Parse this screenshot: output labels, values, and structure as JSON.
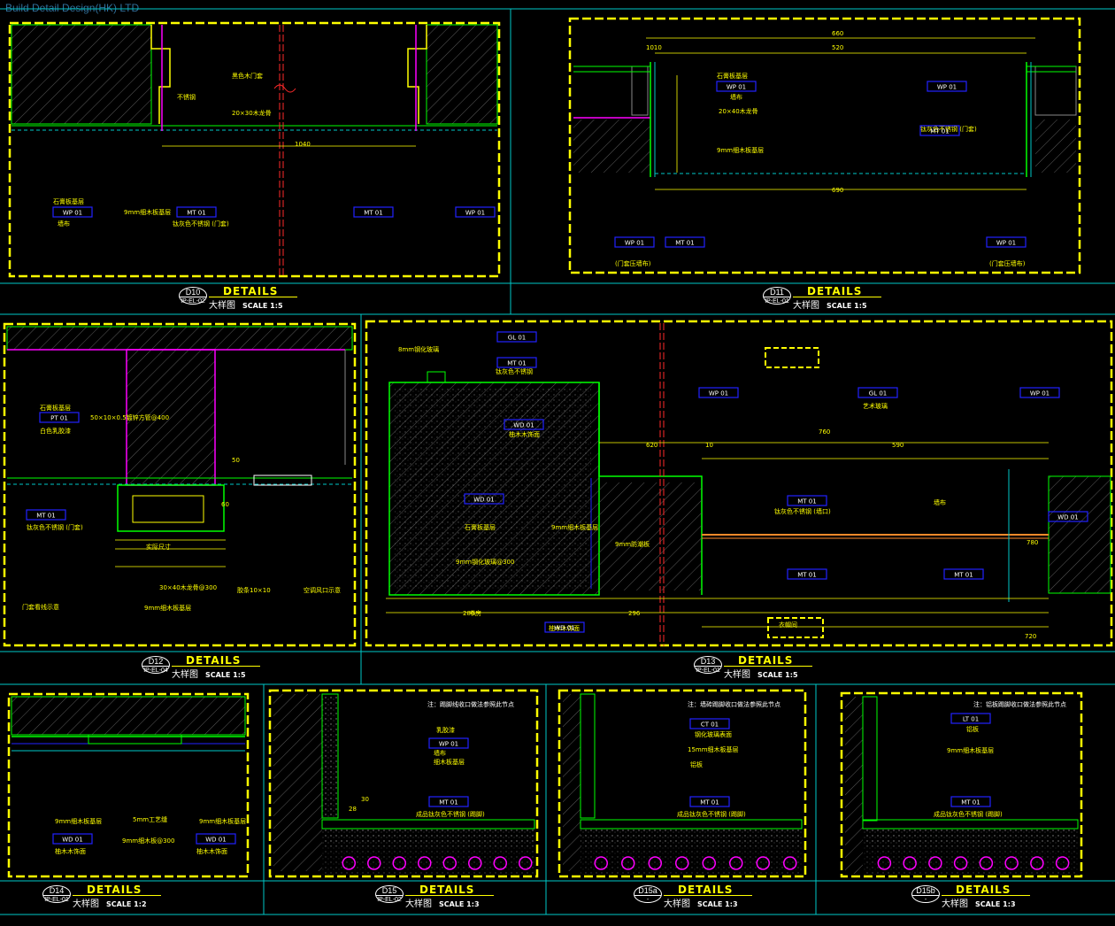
{
  "brand": "Build Detail Design(HK) LTD",
  "colors": {
    "frame": "#ffff00",
    "border": "#00c8c8",
    "wall": "#00ff00",
    "text": "#ffff00",
    "tag": "#2222ff",
    "accent": "#ff00ff",
    "center": "#ff2a2a"
  },
  "panels": [
    {
      "id": "D10",
      "code": "IP-EL-02",
      "title": "DETAILS",
      "name": "大样图",
      "scale": "SCALE 1:5"
    },
    {
      "id": "D11",
      "code": "IP-EL-01",
      "title": "DETAILS",
      "name": "大样图",
      "scale": "SCALE 1:5"
    },
    {
      "id": "D12",
      "code": "IP-EL-04",
      "title": "DETAILS",
      "name": "大样图",
      "scale": "SCALE 1:5"
    },
    {
      "id": "D13",
      "code": "IP-EL-01",
      "title": "DETAILS",
      "name": "大样图",
      "scale": "SCALE 1:5"
    },
    {
      "id": "D14",
      "code": "IP-EL-01",
      "title": "DETAILS",
      "name": "大样图",
      "scale": "SCALE 1:2"
    },
    {
      "id": "D15",
      "code": "IP-EL-02",
      "title": "DETAILS",
      "name": "大样图",
      "scale": "SCALE 1:3"
    },
    {
      "id": "D15a",
      "code": "-",
      "title": "DETAILS",
      "name": "大样图",
      "scale": "SCALE 1:3"
    },
    {
      "id": "D15b",
      "code": "-",
      "title": "DETAILS",
      "name": "大样图",
      "scale": "SCALE 1:3"
    }
  ],
  "labels": {
    "d10": [
      "黑色木门套",
      "不锈钢",
      "20×30木龙骨",
      "1040",
      "石膏板基层",
      "9mm细木板基层",
      "墙布",
      "钛灰色不锈钢 (门套)"
    ],
    "d11": [
      "660",
      "520",
      "1010",
      "石膏板基层",
      "墙布",
      "20×40木龙骨",
      "钛灰色不锈钢 (门套)",
      "9mm细木板基层",
      "690",
      "(门套压墙布)",
      "(门套压墙布)"
    ],
    "d12": [
      "石膏板基层",
      "白色乳胶漆",
      "50×10×0.5镀锌方管@400",
      "钛灰色不锈钢 (门套)",
      "实际尺寸",
      "30×40木龙骨@300",
      "9mm细木板基层",
      "门套看线示意",
      "胶条10×10",
      "空调风口示意",
      "50",
      "60"
    ],
    "d13": [
      "8mm钢化玻璃",
      "钛灰色不锈钢",
      "柚木木饰面",
      "石膏板基层",
      "艺术玻璃",
      "9mm细木板基层",
      "墙布",
      "钛灰色不锈钢 (墙口)",
      "9mm防潮板",
      "9mm钢化玻璃@300",
      "柚木木饰面",
      "衣帽间",
      "书房",
      "296",
      "760",
      "590",
      "780",
      "720",
      "280",
      "620",
      "10"
    ],
    "d14": [
      "9mm细木板基层",
      "5mm工艺缝",
      "9mm细木板@300",
      "9mm细木板基层",
      "柚木木饰面",
      "柚木木饰面"
    ],
    "d15": [
      "注：踢脚线收口做法参照此节点",
      "乳胶漆",
      "墙布",
      "细木板基层",
      "成品钛灰色不锈钢 (踢脚)",
      "28",
      "30"
    ],
    "d15a": [
      "注：墙砖踢脚收口做法参照此节点",
      "钢化玻璃表面",
      "15mm细木板基层",
      "铝板",
      "成品钛灰色不锈钢 (踢脚)"
    ],
    "d15b": [
      "注：铝板踢脚收口做法参照此节点",
      "铝板",
      "9mm细木板基层",
      "成品钛灰色不锈钢 (踢脚)"
    ]
  },
  "tags": [
    "WP 01",
    "MT 01",
    "PT 01",
    "GL 01",
    "WD 01",
    "LT 01",
    "CT 01"
  ]
}
